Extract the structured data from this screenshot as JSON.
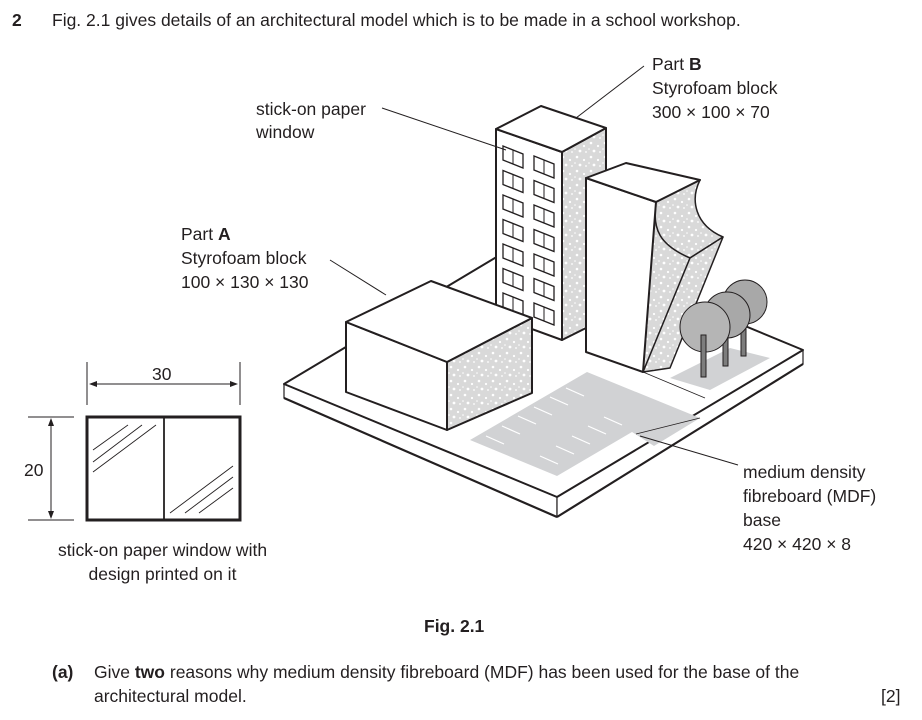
{
  "question": {
    "number": "2",
    "intro": "Fig. 2.1 gives details of an architectural model which is to be made in a school workshop."
  },
  "figure": {
    "caption": "Fig. 2.1",
    "labels": {
      "window": {
        "line1": "stick-on paper",
        "line2": "window"
      },
      "part_b": {
        "prefix": "Part ",
        "letter": "B",
        "material": "Styrofoam block",
        "dims": "300 × 100 × 70"
      },
      "part_a": {
        "prefix": "Part ",
        "letter": "A",
        "material": "Styrofoam block",
        "dims": "100 × 130 × 130"
      },
      "base": {
        "line1": "medium density",
        "line2": "fibreboard (MDF)",
        "line3": "base",
        "dims": "420 × 420 × 8"
      }
    },
    "window_detail": {
      "width_label": "30",
      "height_label": "20",
      "caption_line1": "stick-on paper window with",
      "caption_line2": "design printed on it"
    },
    "colors": {
      "line": "#231f20",
      "foam": "#d9d9d9",
      "paving": "#d1d2d4",
      "tree_dark": "#7d7d7d",
      "tree_light": "#a8a8a8"
    }
  },
  "part_a_question": {
    "label": "(a)",
    "text_before": "Give ",
    "emphasis": "two",
    "text_after": " reasons why medium density fibreboard (MDF) has been used for the base of the",
    "line2": "architectural model.",
    "marks": "[2]"
  }
}
